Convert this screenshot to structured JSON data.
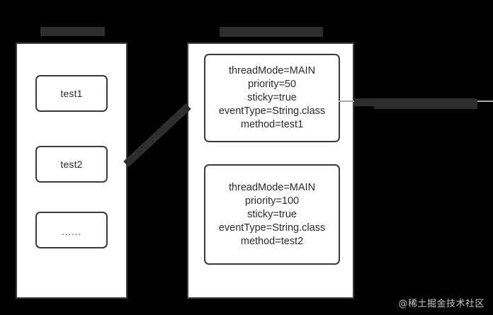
{
  "diagram": {
    "type": "flow-diagram",
    "background_color": "#000000",
    "panel_color": "#ffffff",
    "border_color": "#3a3a3a",
    "redacted_color": "#2e2e2e"
  },
  "labels": {
    "left_panel_label": "",
    "right_panel_label": "",
    "right_note_label": ""
  },
  "left_panel": {
    "items": [
      {
        "label": "test1"
      },
      {
        "label": "test2"
      },
      {
        "label": "......"
      }
    ]
  },
  "right_panel": {
    "cards": [
      {
        "lines": [
          "threadMode=MAIN",
          "priority=50",
          "sticky=true",
          "eventType=String.class",
          "method=test1"
        ]
      },
      {
        "lines": [
          "threadMode=MAIN",
          "priority=100",
          "sticky=true",
          "eventType=String.class",
          "method=test2"
        ]
      }
    ]
  },
  "watermark": {
    "text": "@稀土掘金技术社区"
  }
}
